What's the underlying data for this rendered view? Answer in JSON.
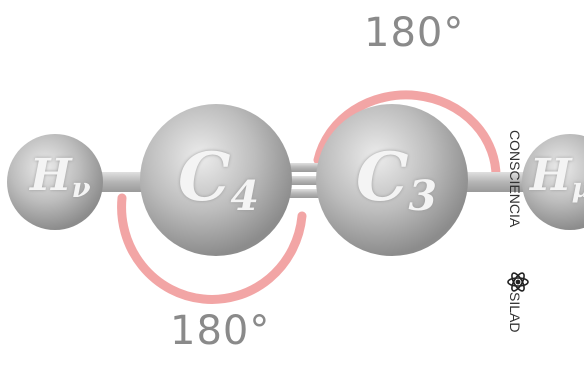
{
  "angles": {
    "top": "180°",
    "bottom": "180°"
  },
  "atoms": {
    "hv": {
      "symbol": "H",
      "sub": "ν"
    },
    "c4": {
      "symbol": "C",
      "sub": "4"
    },
    "c3": {
      "symbol": "C",
      "sub": "3"
    },
    "hm": {
      "symbol": "H",
      "sub": "μ"
    }
  },
  "watermark": {
    "consciencia": "CONSCIENCIA",
    "silad": "SILAD"
  },
  "colors": {
    "arc": "#f2a5a5",
    "atom": "#b8b8b8",
    "bond": "#c9c9c9",
    "label": "#8a8a8a"
  },
  "icons": {
    "logo": "atom-logo-icon"
  }
}
